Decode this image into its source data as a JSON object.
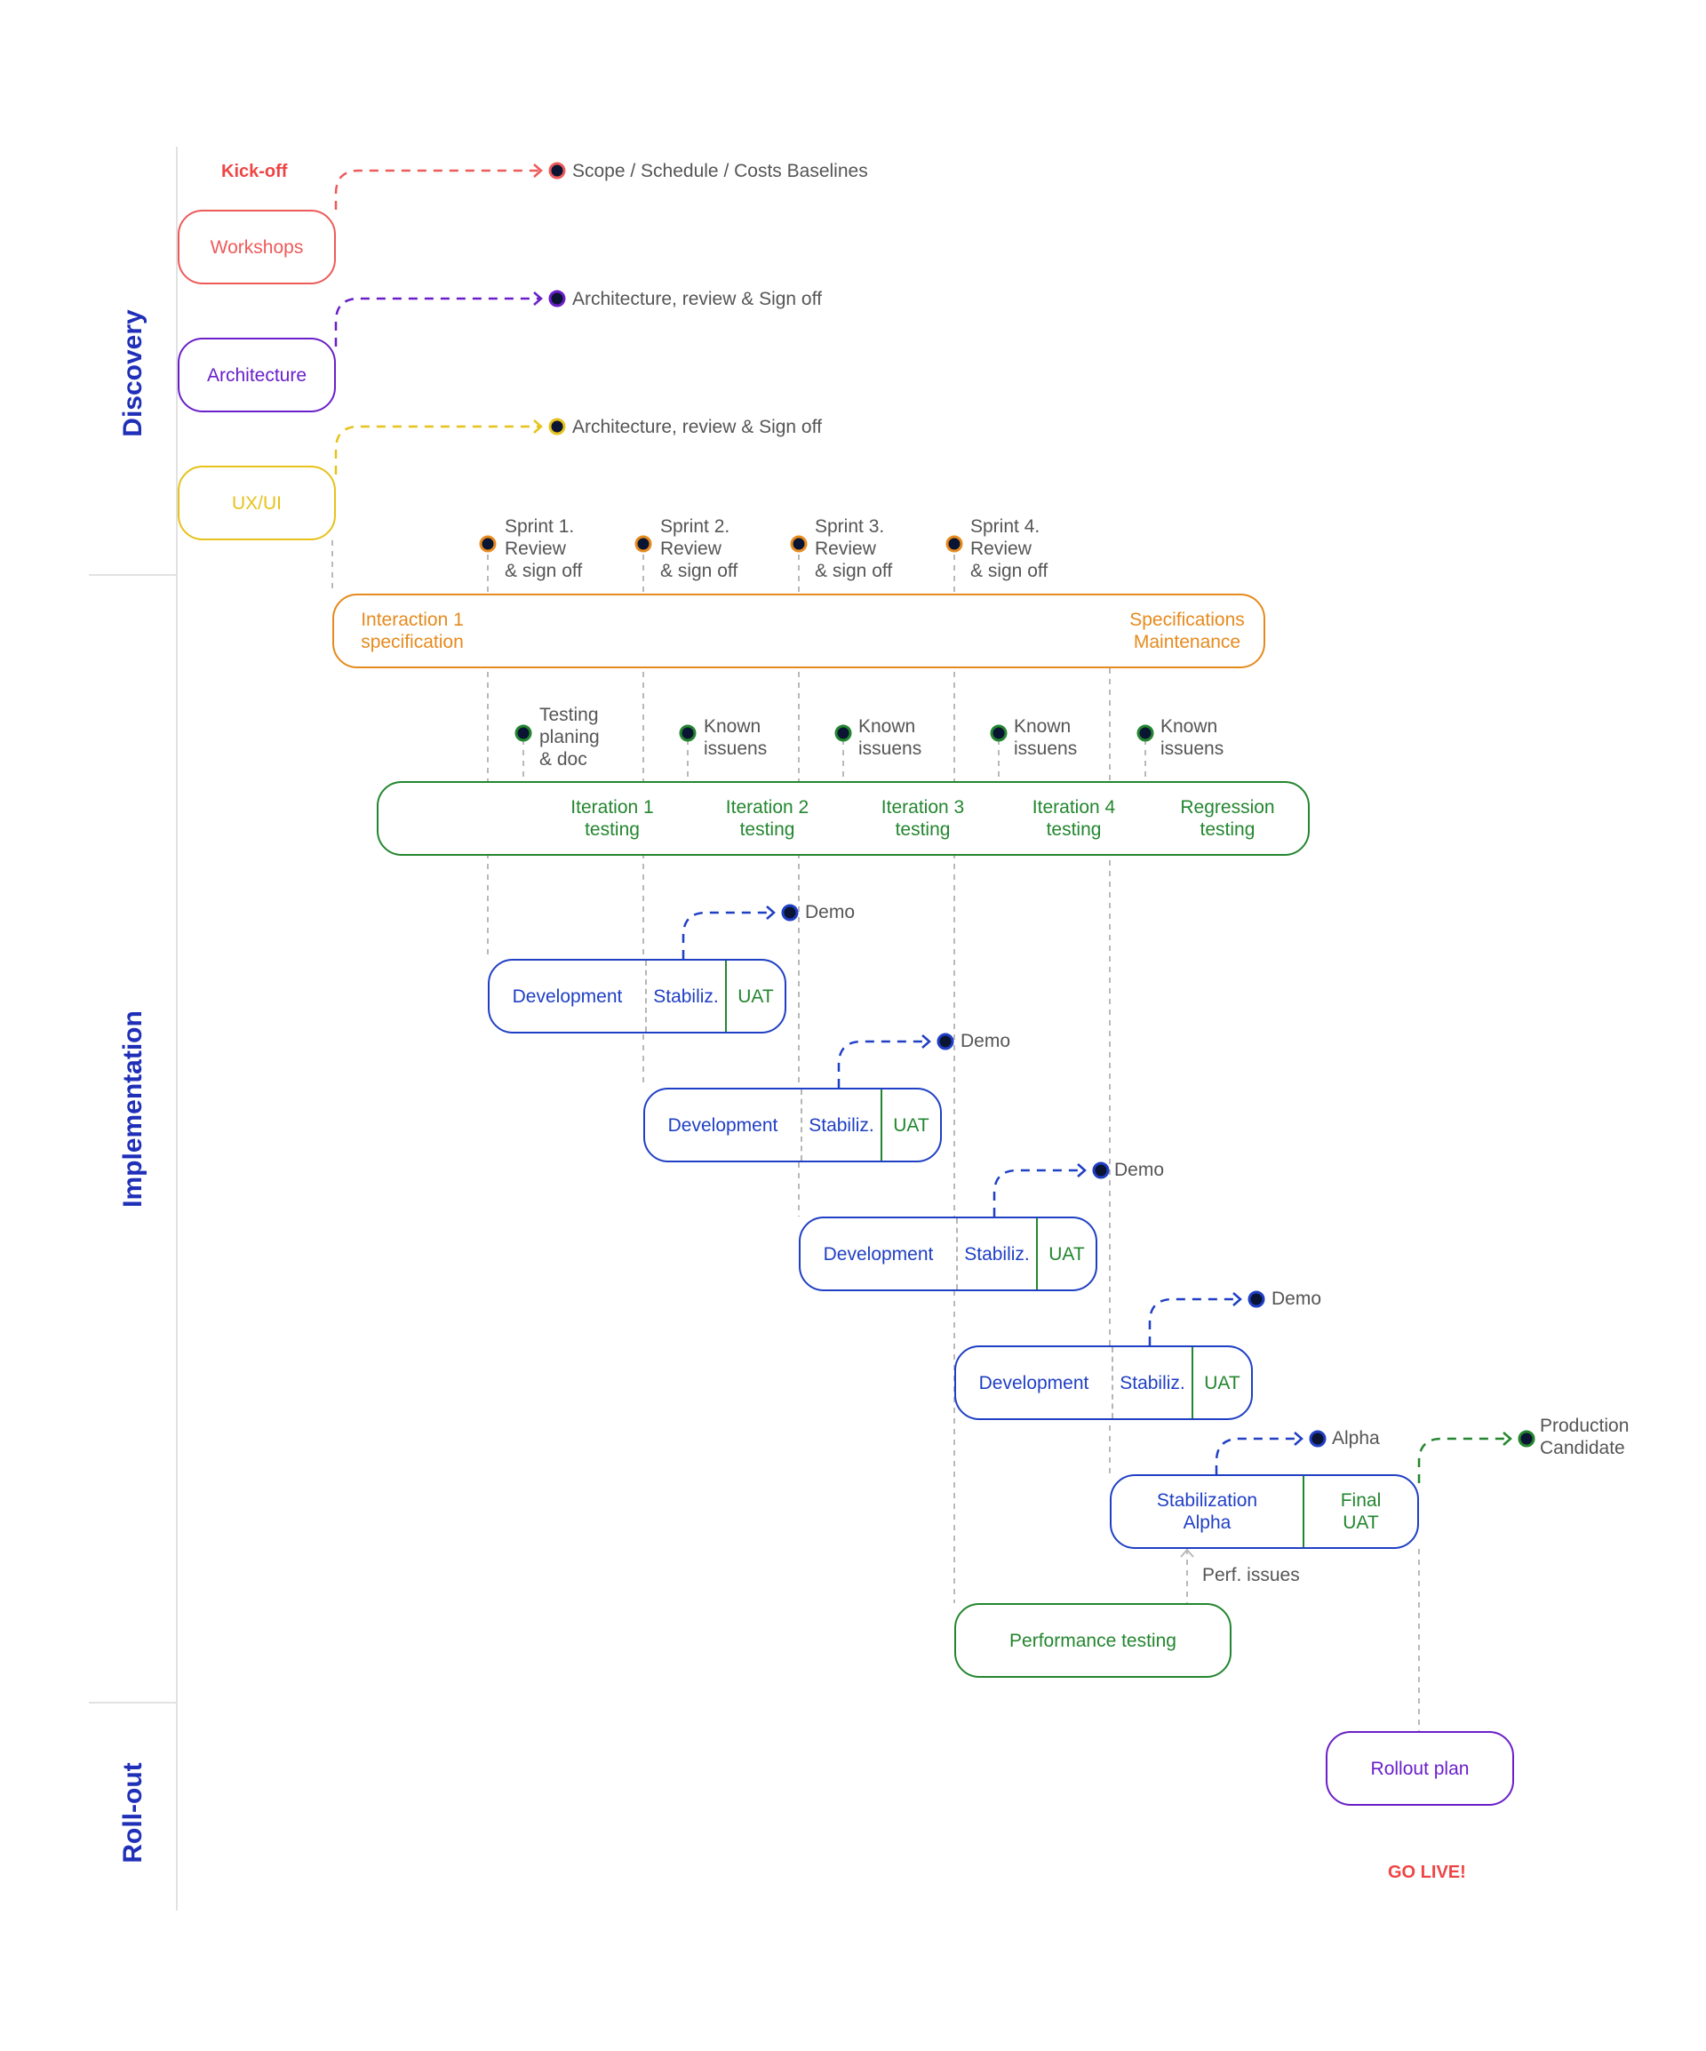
{
  "colors": {
    "red": "#ee5a5a",
    "purple": "#6a1fc9",
    "yellow": "#e6c21a",
    "orange": "#e68a1e",
    "green": "#23862f",
    "blue": "#1f3fc4",
    "phase": "#1f2fb8",
    "gray": "#555555"
  },
  "phases": {
    "discovery": "Discovery",
    "implementation": "Implementation",
    "rollout": "Roll-out"
  },
  "kickoff": "Kick-off",
  "go_live": "GO LIVE!",
  "discovery": {
    "workshops": "Workshops",
    "architecture": "Architecture",
    "uxui": "UX/UI",
    "milestone_scope": "Scope / Schedule / Costs Baselines",
    "milestone_arch": "Architecture, review & Sign off",
    "milestone_ux": "Architecture, review & Sign off"
  },
  "spec_bar": {
    "left": [
      "Interaction 1",
      "specification"
    ],
    "right": [
      "Specifications",
      "Maintenance"
    ]
  },
  "sprints": [
    [
      "Sprint 1.",
      "Review",
      "& sign off"
    ],
    [
      "Sprint 2.",
      "Review",
      "& sign off"
    ],
    [
      "Sprint 3.",
      "Review",
      "& sign off"
    ],
    [
      "Sprint 4.",
      "Review",
      "& sign off"
    ]
  ],
  "testing_notes": [
    [
      "Testing",
      "planing",
      "& doc"
    ],
    [
      "Known",
      "issuens"
    ],
    [
      "Known",
      "issuens"
    ],
    [
      "Known",
      "issuens"
    ],
    [
      "Known",
      "issuens"
    ]
  ],
  "testing_bar": [
    [
      "Iteration 1",
      "testing"
    ],
    [
      "Iteration 2",
      "testing"
    ],
    [
      "Iteration 3",
      "testing"
    ],
    [
      "Iteration 4",
      "testing"
    ],
    [
      "Regression",
      "testing"
    ]
  ],
  "iterations": [
    {
      "dev": "Development",
      "stab": "Stabiliz.",
      "uat": "UAT",
      "milestone": "Demo"
    },
    {
      "dev": "Development",
      "stab": "Stabiliz.",
      "uat": "UAT",
      "milestone": "Demo"
    },
    {
      "dev": "Development",
      "stab": "Stabiliz.",
      "uat": "UAT",
      "milestone": "Demo"
    },
    {
      "dev": "Development",
      "stab": "Stabiliz.",
      "uat": "UAT",
      "milestone": "Demo"
    }
  ],
  "alpha_box": {
    "stab": [
      "Stabilization",
      "Alpha"
    ],
    "uat": [
      "Final",
      "UAT"
    ],
    "milestone_alpha": "Alpha",
    "milestone_pc": [
      "Production",
      "Candidate"
    ]
  },
  "perf_issues": "Perf. issues",
  "performance_testing": "Performance testing",
  "rollout_plan": "Rollout plan"
}
